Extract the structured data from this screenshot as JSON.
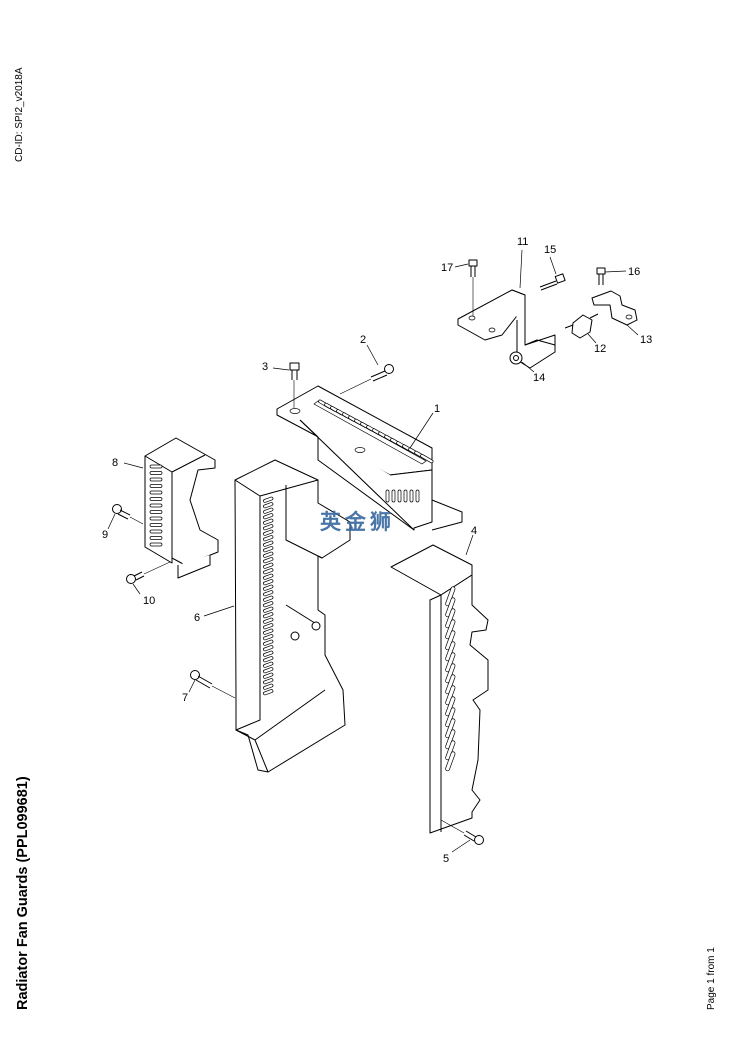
{
  "document": {
    "cd_id": "CD-ID: SPI2_v2018A",
    "title": "Radiator Fan Guards (PPL099681)",
    "page_label": "Page 1 from 1",
    "watermark": "英金狮"
  },
  "callouts": [
    {
      "id": "1",
      "label": "1",
      "part": "top-guard-bracket"
    },
    {
      "id": "2",
      "label": "2",
      "part": "bolt"
    },
    {
      "id": "3",
      "label": "3",
      "part": "bolt"
    },
    {
      "id": "4",
      "label": "4",
      "part": "right-side-guard"
    },
    {
      "id": "5",
      "label": "5",
      "part": "bolt"
    },
    {
      "id": "6",
      "label": "6",
      "part": "center-guard"
    },
    {
      "id": "7",
      "label": "7",
      "part": "bolt"
    },
    {
      "id": "8",
      "label": "8",
      "part": "left-guard"
    },
    {
      "id": "9",
      "label": "9",
      "part": "bolt"
    },
    {
      "id": "10",
      "label": "10",
      "part": "bolt"
    },
    {
      "id": "11",
      "label": "11",
      "part": "mounting-bracket"
    },
    {
      "id": "12",
      "label": "12",
      "part": "rubber-mount"
    },
    {
      "id": "13",
      "label": "13",
      "part": "small-bracket"
    },
    {
      "id": "14",
      "label": "14",
      "part": "nut"
    },
    {
      "id": "15",
      "label": "15",
      "part": "bolt"
    },
    {
      "id": "16",
      "label": "16",
      "part": "bolt"
    },
    {
      "id": "17",
      "label": "17",
      "part": "bolt"
    }
  ]
}
